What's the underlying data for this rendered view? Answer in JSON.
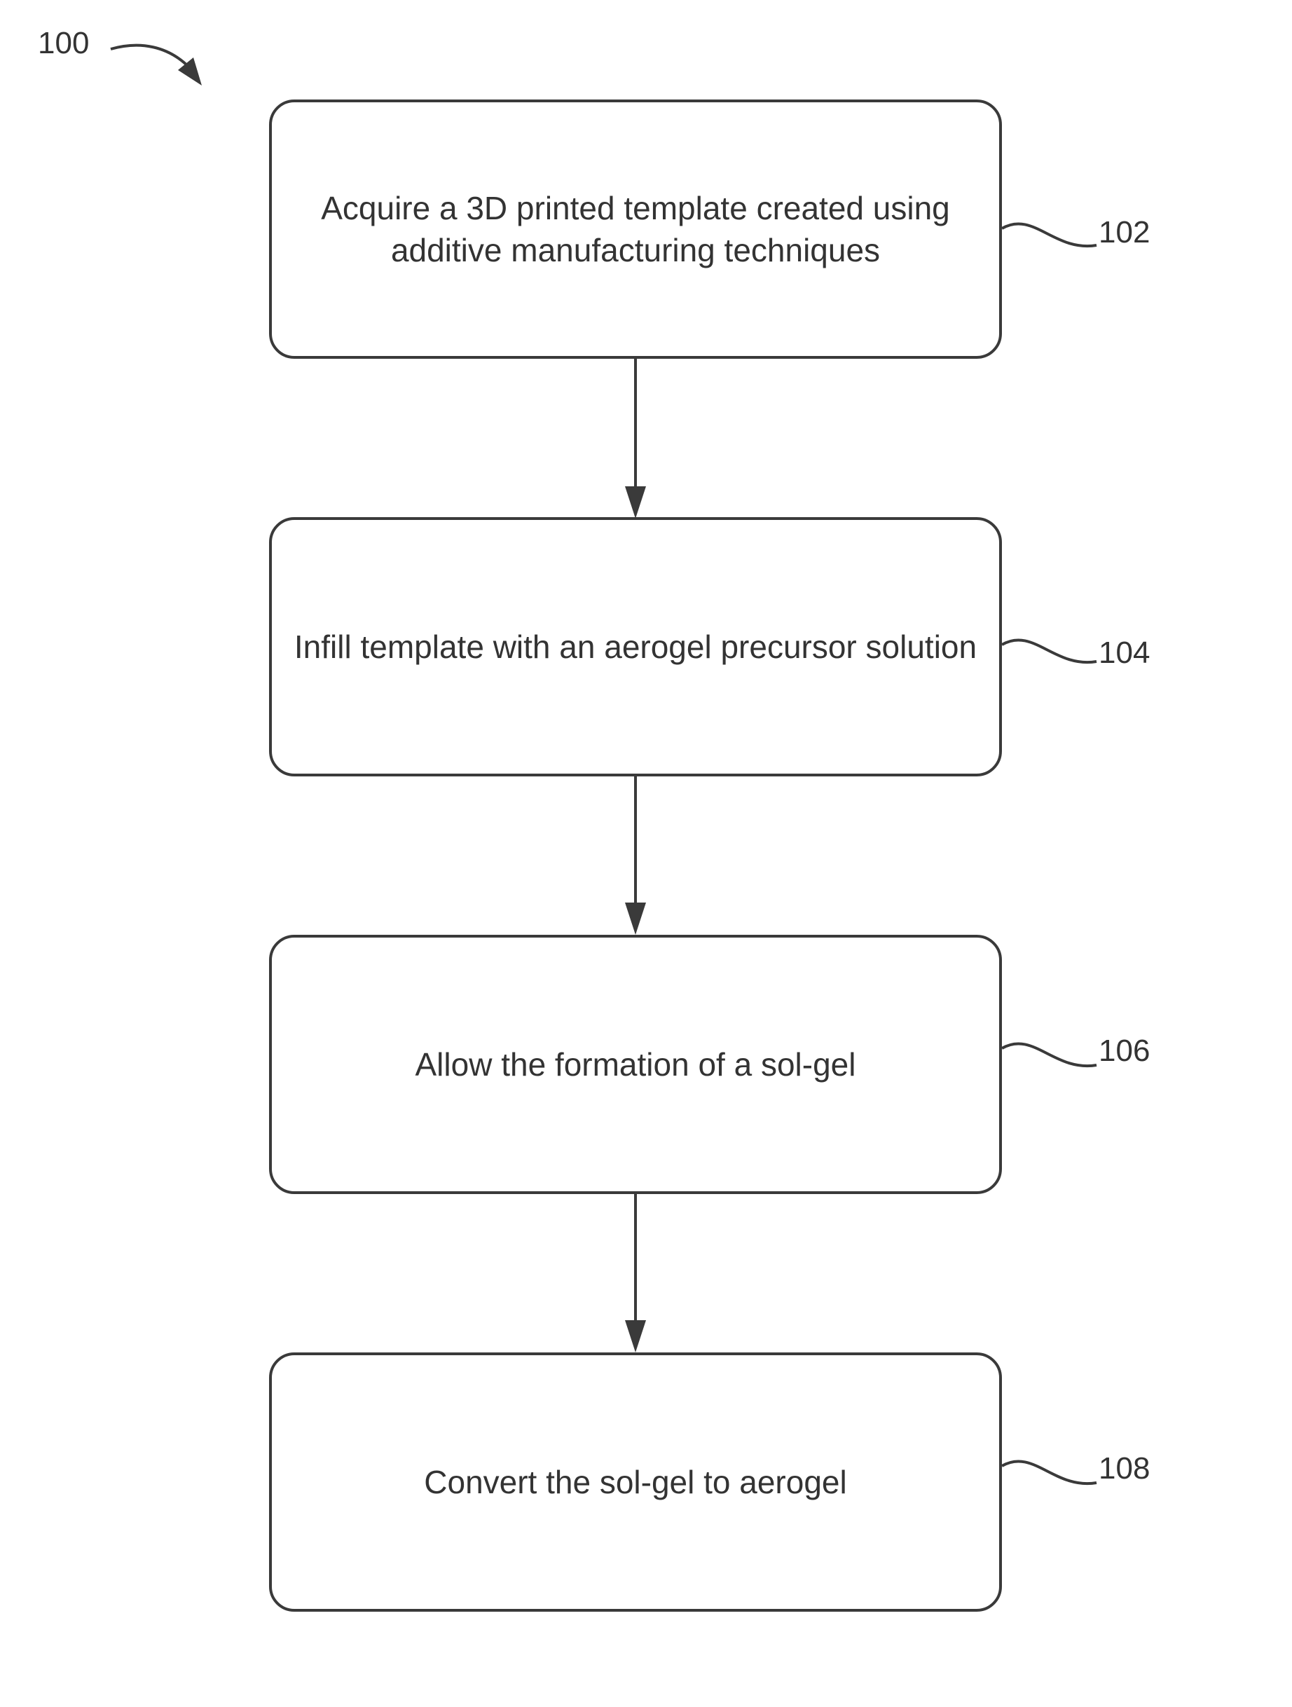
{
  "figure": {
    "reference_numeral": "100"
  },
  "steps": [
    {
      "ref": "102",
      "text": "Acquire a 3D printed template created using additive manufacturing techniques"
    },
    {
      "ref": "104",
      "text": "Infill template with an aerogel precursor solution"
    },
    {
      "ref": "106",
      "text": "Allow the formation of a sol-gel"
    },
    {
      "ref": "108",
      "text": "Convert the sol-gel to aerogel"
    }
  ],
  "colors": {
    "stroke": "#3a3a3a",
    "text": "#333333",
    "background": "#ffffff"
  }
}
